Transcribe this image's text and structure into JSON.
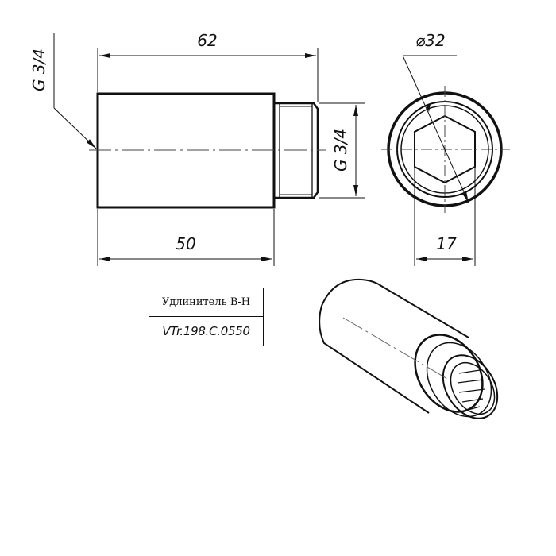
{
  "drawing": {
    "front_view": {
      "overall_length": "62",
      "body_length": "50",
      "left_thread_label": "G 3/4",
      "right_thread_label": "G 3/4"
    },
    "side_view": {
      "diameter_label": "⌀32",
      "hex_size_label": "17"
    },
    "title_block": {
      "name": "Удлинитель В-Н",
      "code": "VTr.198.C.0550"
    },
    "colors": {
      "line": "#111111",
      "background": "#ffffff"
    }
  }
}
